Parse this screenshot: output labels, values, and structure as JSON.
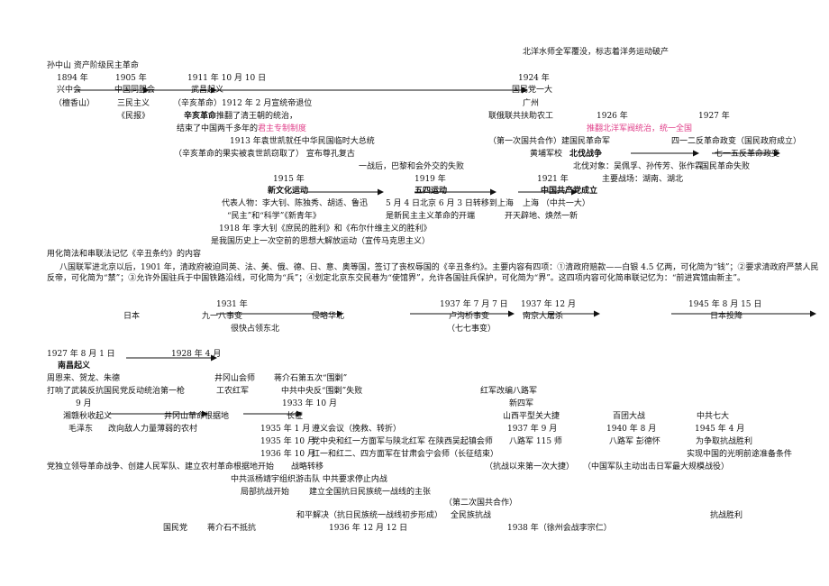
{
  "section1": {
    "top_note": "北洋水师全军覆没，标志着洋务运动破产",
    "header": "孙中山  资产阶级民主革命",
    "y1894": "1894 年",
    "xingzhonghui": "兴中会",
    "tanxiangshan": "（檀香山）",
    "y1905": "1905 年",
    "tongmenghui": "中国同盟会",
    "sanmin": "三民主义",
    "minbao": "《民报》",
    "date1911": "1911 年 10 月 10 日",
    "wuchang": "武昌起义",
    "xinhai": "（辛亥革命）1912 年 2 月宣统帝退位",
    "xinhai_bold": "辛亥革命",
    "xinhai_rest": "推翻了清王朝的统治，",
    "end_line_a": "结束了中国两千多年的",
    "end_line_pink": "君主专制制度",
    "y1913": "1913 年袁世凯就任中华民国临时大总统",
    "xinhai_fruit": "（辛亥革命的果实被袁世凯窃取了）  宣布尊孔复古",
    "y1924": "1924 年",
    "guomindang_yida": "国民党一大",
    "guangzhou": "广州",
    "lianE": "联俄联共扶助农工",
    "y1926": "1926 年",
    "y1927": "1927 年",
    "overthrow_pink": "推翻北洋军阀统治，统一全国",
    "first_coop": "（第一次国共合作）建国民革命军",
    "siyier": "四一二反革命政变（国民政府成立）",
    "huangpu": "黄埔军校",
    "beifa": "北伐战争",
    "qiyiwu": "七一五反革命政变",
    "beifa_target": "北伐对象：吴佩孚、孙传芳、张作霖",
    "guomin_fail": "国民革命失败",
    "main_battle": "主要战场：湖南、湖北",
    "waijiao": "一战后，巴黎和会外交的失败",
    "y1915": "1915 年",
    "xinwenhua": "新文化运动",
    "daibiao": "代表人物：李大钊、陈独秀、胡适、鲁迅",
    "minzhu_kexue": "“民主”和“科学”《新青年》",
    "y1918": "1918 年   李大钊《庶民的胜利》和《布尔什维主义的胜利》",
    "sixiang": "是我国历史上一次空前的思想大解放运动",
    "xuanchuan": "（宣传马克思主义）",
    "y1919": "1919 年",
    "wusi": "五四运动",
    "may4": "5 月 4 日北京     6 月 3 日转移到上海",
    "xinminzhu": "是新民主主义革命的开端",
    "y1921": "1921 年",
    "gongchandang": "中国共产党成立",
    "shanghai_yida": "上海   （中共一大）",
    "kaitian": "开天辟地、焕然一新",
    "xinchou_title": "用化简法和串联法记忆《辛丑条约》的内容",
    "xinchou_body": "八国联军进北京以后，1901 年，清政府被迫同英、法、美、俄、德、日、意、奥等国，签订了丧权辱国的《辛丑条约》。主要内容有四项：①清政府赔款——白银 4.5 亿两，可化简为“钱”；②要求清政府严禁人民反帝，可化简为“禁”；③允许外国驻兵于中国铁路沿线，可化简为“兵”；④划定北京东交民巷为“使馆界”，允许各国驻兵保护，可化简为“界”。这四项内容可化简串联记忆为：“前进宾馆由新主”。"
  },
  "section2": {
    "y1931": "1931 年",
    "japan": "日本",
    "jiuyiba": "九一八事变",
    "qinzhan": "侵略华北",
    "jiangzhan": "很快占领东北",
    "date1937_7": "1937 年 7 月 7 日",
    "lugouqiao": "卢沟桥事变",
    "qiqi": "（七七事变）",
    "date1937_12": "1937 年 12 月",
    "nanjing": "南京大屠杀",
    "date1945": "1945 年 8 月 15 日",
    "touxiang": "日本投降"
  },
  "section3": {
    "date1927": "1927 年 8 月 1 日",
    "nanchang": "南昌起义",
    "zhou": "周恩来、贺龙、朱德",
    "diyiqiang": "打响了武装反抗国民党反动统治第一枪",
    "y1928": "1928 年 4 月",
    "jinggang_huishi": "井冈山会师",
    "gongnong": "工农红军",
    "jiang_weijiao": "蒋介石第五次“围剿”",
    "zhongyang_weijiao": "中共中央反“围剿”失败",
    "hongjun_gaibian": "红军改编八路军",
    "xinsijun": "新四军",
    "m9": "9 月",
    "xianggan": "湘赣秋收起义",
    "jinggang_genjudi": "井冈山革命根据地",
    "y1933": "1933 年 10 月",
    "changzheng": "长征",
    "shanxi": "山西平型关大捷",
    "baituan": "百团大战",
    "qida": "中共七大",
    "mao": "毛泽东",
    "nongcun": "改向敌人力量薄弱的农村",
    "y1935_1": "1935 年 1 月",
    "zunyi": "遵义会议（挽救、转折）",
    "y1937_9": "1937 年 9 月",
    "y1940_8": "1940 年 8 月",
    "y1945_4": "1945 年 4 月",
    "y1935_10": "1935 年 10 月",
    "shaanbei": "党中央和红一方面军与陕北红军  在陕西吴起镇会师",
    "jiulu115": "八路军 115 师",
    "jiulu_peng": "八路军  彭德怀",
    "weikangzhan": "为争取抗战胜利",
    "y1936_10": "1936 年 10 月",
    "huishi": "红一和红二、四方面军在甘肃会宁会师（长征结束）",
    "guangming": "实现中国的光明前途准备条件",
    "dangchuang": "党独立领导革命战争、创建人民军队、建立农村革命根据地开始",
    "zhanlue": "战略转移",
    "kangzhan_first": "（抗战以来第一次大捷）",
    "zhudong": "（中国军队主动出击日军最大规模战役）",
    "zhonggong_yang": "中共派杨靖宇组织游击队   中共要求停止内战",
    "jubu": "局部抗战开始",
    "jianli": "建立全国抗日民族统一战线的主张",
    "dierci": "（第二次国共合作）",
    "heping": "和平解决（抗日民族统一战线初步形成）",
    "quanmin": "全民族抗战",
    "shengli": "抗战胜利",
    "guomindang": "国民党",
    "jiang_buDikang": "蒋介石不抵抗",
    "xian": "1936 年 12 月 12 日",
    "xuzhou": "1938 年（徐州会战李宗仁）"
  }
}
